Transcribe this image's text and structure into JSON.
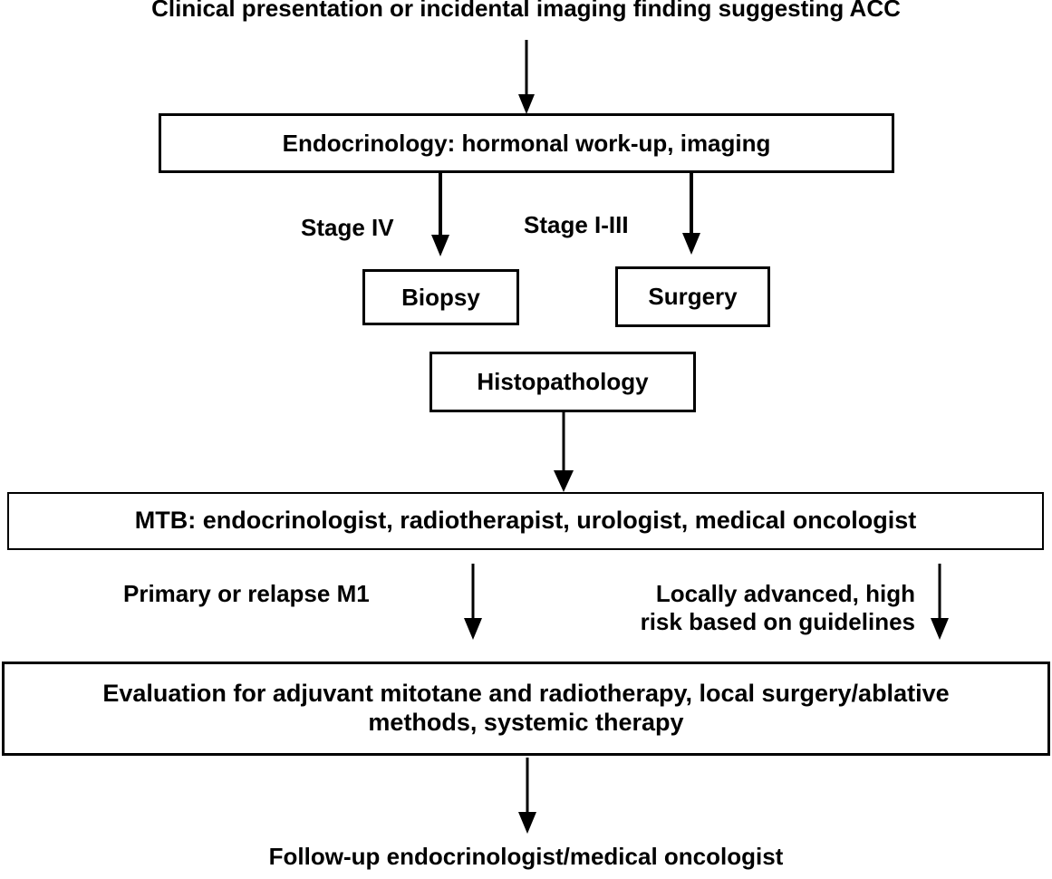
{
  "diagram": {
    "title_node": "Clinical presentation or incidental imaging finding suggesting ACC",
    "final_node": "Follow-up endocrinologist/medical oncologist",
    "accent_color": "#000000",
    "background_color": "#ffffff",
    "nodes": [
      {
        "id": "endocrinology",
        "label": "Endocrinology: hormonal work-up, imaging"
      },
      {
        "id": "biopsy",
        "label": "Biopsy"
      },
      {
        "id": "surgery",
        "label": "Surgery"
      },
      {
        "id": "histopathology",
        "label": "Histopathology"
      },
      {
        "id": "mtb",
        "label": "MTB: endocrinologist, radiotherapist, urologist, medical oncologist"
      },
      {
        "id": "evaluation",
        "label": "Evaluation for adjuvant mitotane and radiotherapy, local surgery/ablative methods, systemic therapy"
      }
    ],
    "edge_labels": [
      {
        "id": "stage-iv",
        "label": "Stage IV"
      },
      {
        "id": "stage-i-iii",
        "label": "Stage I-III"
      },
      {
        "id": "primary-relapse-m1",
        "label": "Primary or relapse M1"
      },
      {
        "id": "locally-advanced",
        "label": "Locally advanced, high\nrisk based on guidelines"
      }
    ]
  }
}
